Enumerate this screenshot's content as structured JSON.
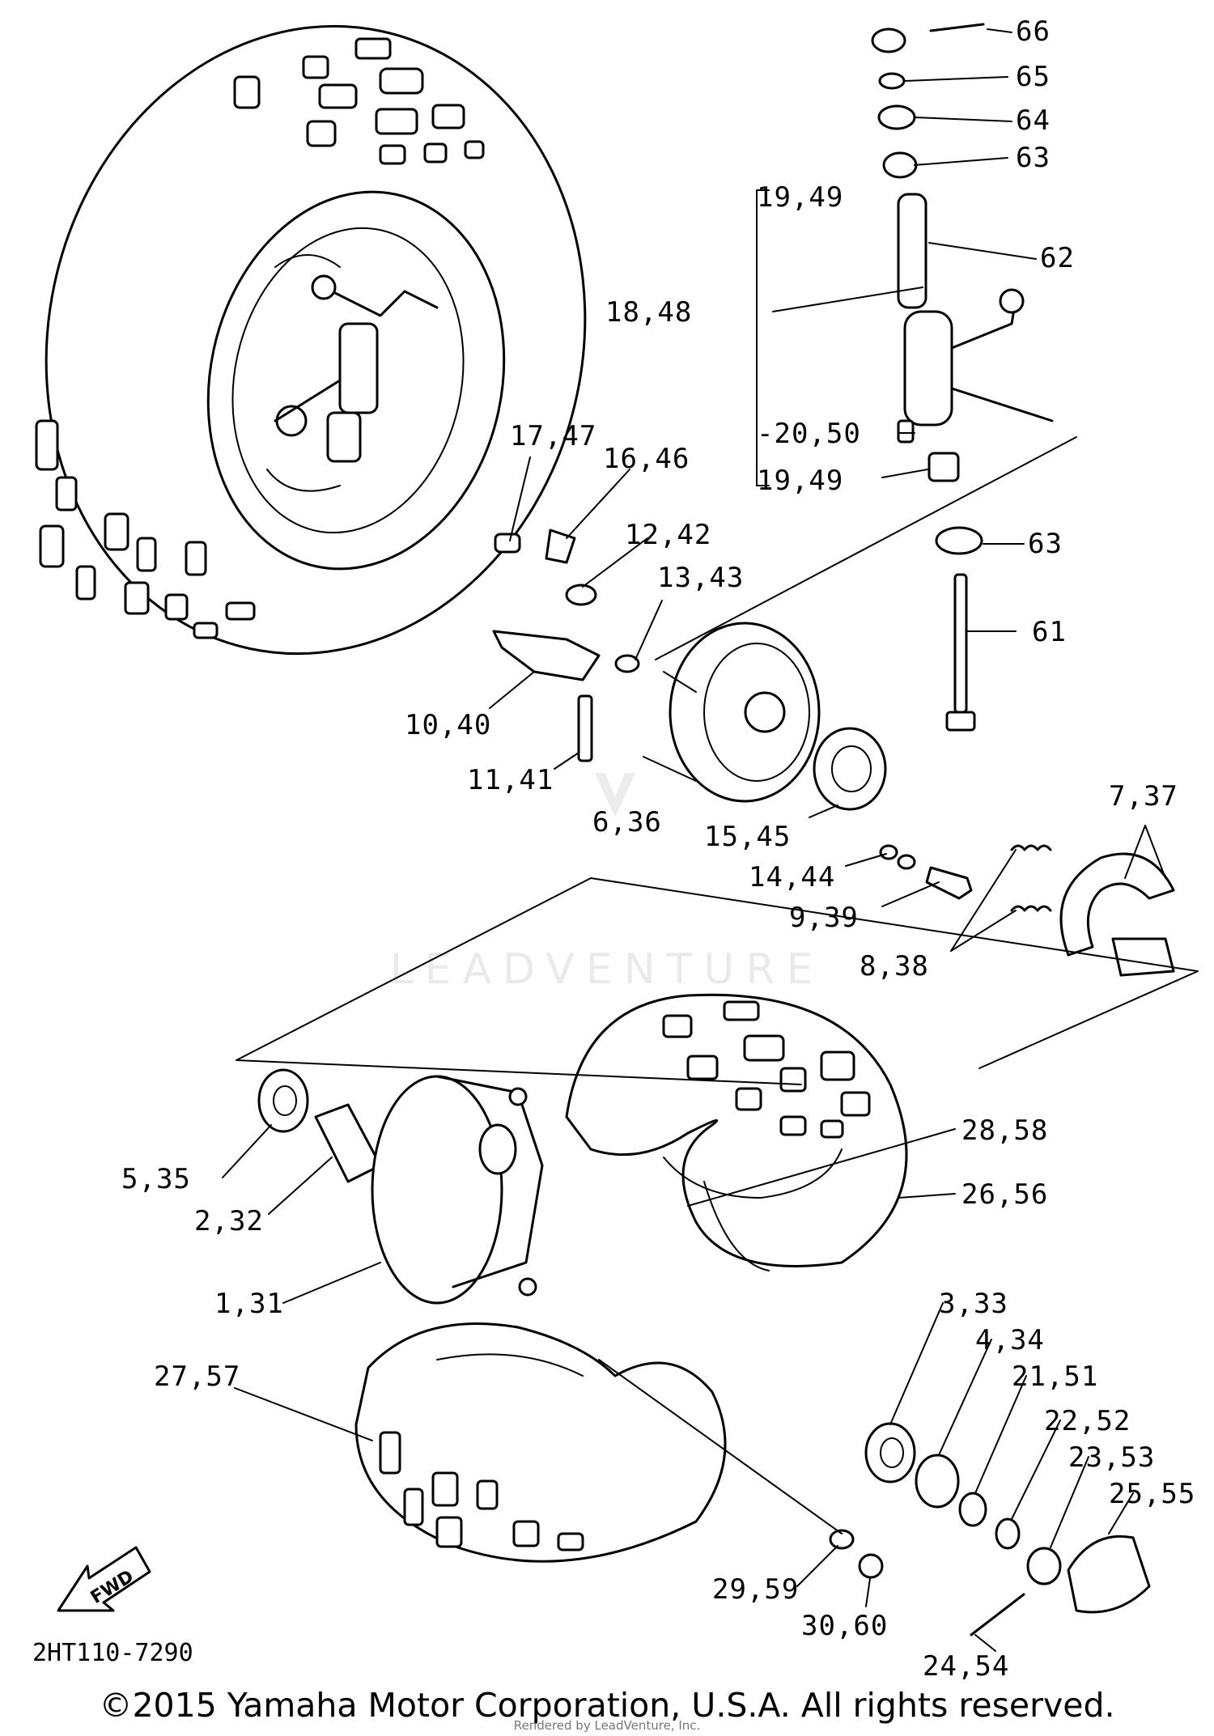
{
  "callouts": {
    "c66": "66",
    "c65": "65",
    "c64": "64",
    "c63a": "63",
    "c19_49a": "19,49",
    "c62": "62",
    "c18_48": "18,48",
    "c20_50": "-20,50",
    "c19_49b": "19,49",
    "c17_47": "17,47",
    "c16_46": "16,46",
    "c12_42": "12,42",
    "c13_43": "13,43",
    "c63b": "63",
    "c61": "61",
    "c10_40": "10,40",
    "c11_41": "11,41",
    "c6_36": "6,36",
    "c15_45": "15,45",
    "c7_37": "7,37",
    "c14_44": "14,44",
    "c9_39": "9,39",
    "c8_38": "8,38",
    "c28_58": "28,58",
    "c26_56": "26,56",
    "c5_35": "5,35",
    "c2_32": "2,32",
    "c1_31": "1,31",
    "c3_33": "3,33",
    "c4_34": "4,34",
    "c21_51": "21,51",
    "c22_52": "22,52",
    "c23_53": "23,53",
    "c25_55": "25,55",
    "c27_57": "27,57",
    "c29_59": "29,59",
    "c30_60": "30,60",
    "c24_54": "24,54"
  },
  "fwd_label": "FWD",
  "diagram_code": "2HT110-7290",
  "watermark": "LEADVENTURE",
  "copyright": "©2015 Yamaha Motor Corporation, U.S.A. All rights reserved.",
  "rendered_by": "Rendered by LeadVenture, Inc."
}
